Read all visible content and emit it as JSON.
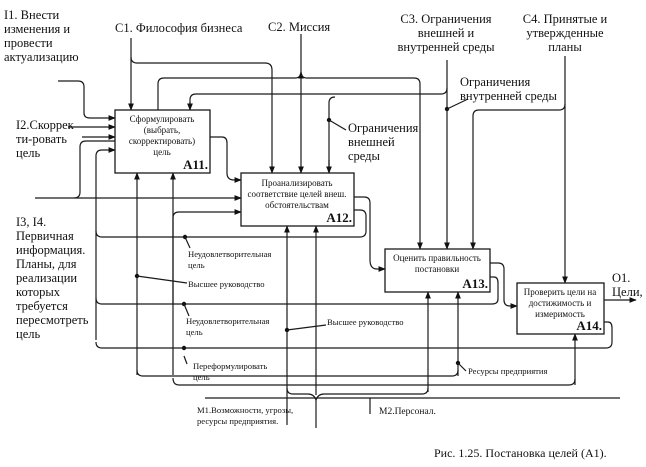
{
  "inputs": {
    "i1": [
      "I1. Внести",
      "изменения и",
      "провести",
      "актуализацию"
    ],
    "i2": [
      "I2.Скоррек",
      "ти-ровать",
      "цель"
    ],
    "i34": [
      "I3, I4.",
      "Первичная",
      "информация.",
      "Планы, для",
      "реализации",
      "которых",
      "требуется",
      "пересмотреть",
      "цель"
    ]
  },
  "controls": {
    "c1": "C1. Философия бизнеса",
    "c2": "C2. Миссия",
    "c3": [
      "C3. Ограничения",
      "внешней и",
      "внутренней среды"
    ],
    "c4": [
      "C4. Принятые и",
      "утвержденные",
      "планы"
    ]
  },
  "boxes": [
    {
      "id": "A11.",
      "lines": [
        "Сформулировать",
        "(выбрать,",
        "скорректировать)",
        "цель"
      ]
    },
    {
      "id": "A12.",
      "lines": [
        "Проанализировать",
        "соответствие целей внеш.",
        "обстоятельствам"
      ]
    },
    {
      "id": "A13.",
      "lines": [
        "Оценить правильность",
        "постановки"
      ]
    },
    {
      "id": "A14.",
      "lines": [
        "Проверить цели на",
        "достижимость и",
        "измеримость"
      ]
    }
  ],
  "labels": {
    "ext_limits": [
      "Ограничения",
      "внешней",
      "среды"
    ],
    "int_limits": [
      "Ограничения",
      "внутренней среды"
    ],
    "unsat_goal_1": [
      "Неудовлетворительная",
      "цель"
    ],
    "top_mgmt_1": "Высшее руководство",
    "unsat_goal_2": [
      "Неудовлетворительная",
      "цель"
    ],
    "top_mgmt_2": "Высшее руководство",
    "reformulate": [
      "Переформулировать",
      "цель"
    ],
    "resources": "Ресурсы предприятия"
  },
  "mechanisms": {
    "m1": [
      "M1.Возможности, угрозы,",
      "ресурсы предприятия."
    ],
    "m2": "M2.Персонал."
  },
  "output": {
    "o1": [
      "O1.",
      "Цели,"
    ]
  },
  "caption": "Рис. 1.25. Постановка целей (A1)."
}
